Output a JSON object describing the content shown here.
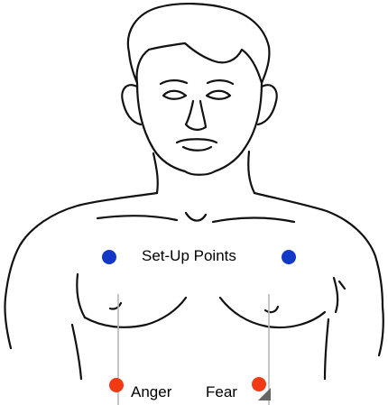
{
  "diagram": {
    "center_label": "Set-Up Points",
    "points": [
      {
        "label": "Anger"
      },
      {
        "label": "Fear"
      }
    ]
  },
  "colors": {
    "setup_point": "#1238c8",
    "meridian_point": "#f13a14",
    "guide_line": "#b8b8b8",
    "outline": "#111111",
    "pointer": "#666666"
  }
}
